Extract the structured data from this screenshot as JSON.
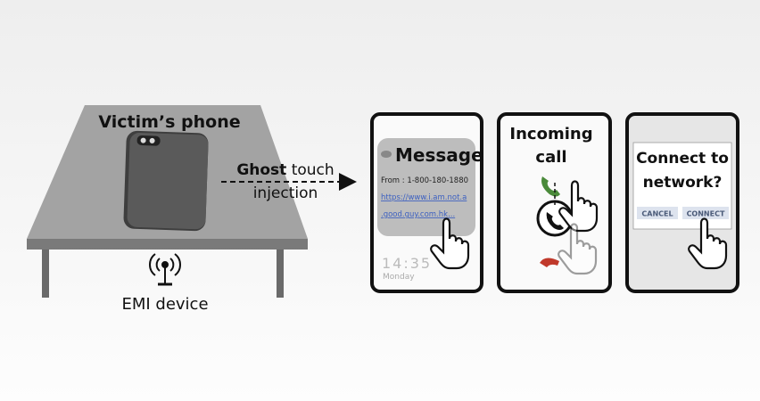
{
  "left": {
    "phone_label": "Victim’s phone",
    "device_label": "EMI device"
  },
  "arrow": {
    "line1_bold": "Ghost",
    "line1_rest": " touch",
    "line2": "injection"
  },
  "screens": {
    "message": {
      "title": "Message",
      "from": "From : 1-800-180-1880",
      "link1": "https://www.i.am.not.a",
      "link2": ".good.guy.com.hk...",
      "time": "14:35",
      "day": "Monday"
    },
    "call": {
      "title1": "Incoming",
      "title2": "call"
    },
    "network": {
      "title1": "Connect to",
      "title2": "network?",
      "cancel": "CANCEL",
      "connect": "CONNECT"
    }
  },
  "colors": {
    "table": "#9a9a9a",
    "phone": "#4a4a4a",
    "accept": "#4a8a3a",
    "decline": "#c0392b",
    "link": "#3b5fc0"
  }
}
